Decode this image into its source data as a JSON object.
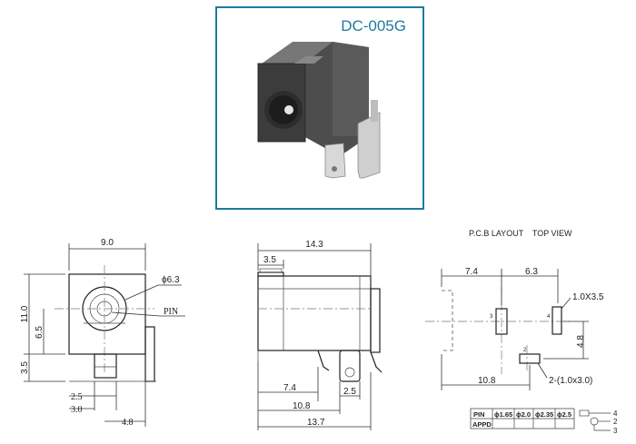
{
  "photo": {
    "model_label": "DC-005G",
    "frame_color": "#1f7aa0"
  },
  "front_view": {
    "width": "9.0",
    "height": "11.0",
    "center_height": "6.5",
    "base_height": "3.5",
    "hole_diameter": "ϕ6.3",
    "pin_label": "PIN",
    "dim_a": "2.5",
    "dim_b": "3.0",
    "dim_c": "4.8"
  },
  "side_view": {
    "length": "14.3",
    "front_depth": "3.5",
    "pin_a": "7.4",
    "pin_b": "10.8",
    "overall": "13.7",
    "pin_width": "2.5"
  },
  "pcb_layout": {
    "title": "P.C.B LAYOUT    TOP VIEW",
    "dim_left": "7.4",
    "dim_right": "6.3",
    "dim_bottom": "10.8",
    "dim_vertical": "4.8",
    "slot_a_label": "1.0X3.5",
    "slot_b_label": "2-(1.0x3.0)",
    "pad_labels": [
      "3",
      "4",
      "2"
    ]
  },
  "pin_table": {
    "row_headers": [
      "PIN",
      "APPD"
    ],
    "columns": [
      "ϕ1.65",
      "ϕ2.0",
      "ϕ2.35",
      "ϕ2.5"
    ]
  },
  "pin_legend": [
    "4",
    "2",
    "3"
  ]
}
